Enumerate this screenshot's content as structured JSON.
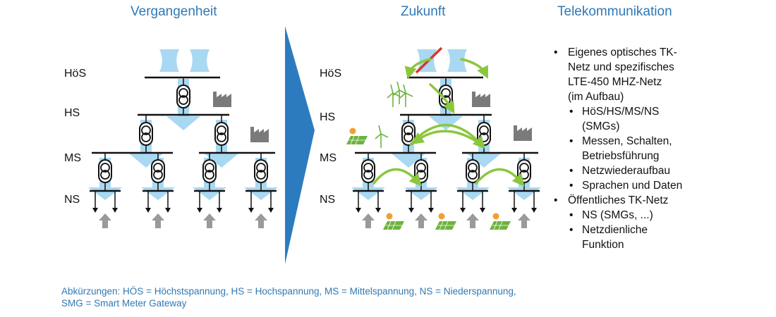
{
  "titles": {
    "past": "Vergangenheit",
    "future": "Zukunft",
    "telecom": "Telekommunikation"
  },
  "levels": {
    "hoes": "HöS",
    "hs": "HS",
    "ms": "MS",
    "ns": "NS"
  },
  "telecom_list": {
    "item1_line1": "Eigenes optisches TK-",
    "item1_line2": "Netz und spezifisches",
    "item1_line3": "LTE-450 MHZ-Netz",
    "item1_line4": "(im Aufbau)",
    "sub1_line1": "HöS/HS/MS/NS",
    "sub1_line2": "(SMGs)",
    "sub2_line1": "Messen, Schalten,",
    "sub2_line2": "Betriebsführung",
    "sub3": "Netzwiederaufbau",
    "sub4": "Sprachen und Daten",
    "item2": "Öffentliches TK-Netz",
    "sub5": "NS (SMGs, ...)",
    "sub6_line1": "Netzdienliche",
    "sub6_line2": "Funktion"
  },
  "legend": {
    "line1": "Abkürzungen: HÖS = Höchstspannung,  HS = Hochspannung, MS = Mittelspannung, NS = Niederspannung,",
    "line2": "SMG = Smart Meter Gateway"
  },
  "colors": {
    "title_blue": "#2f78b4",
    "flow_light_blue": "#a9d8f2",
    "arrow_blue": "#2d7bbf",
    "green_arrow": "#8cc63f",
    "pv_green": "#6db33f",
    "industry_gray": "#7a7a7a",
    "prosumer_gray": "#9a9a9a",
    "strike_red": "#d9362b"
  },
  "icons": {
    "power_plant": "power-plant-icon",
    "factory": "factory-icon",
    "transformer": "transformer-icon",
    "wind": "wind-turbine-icon",
    "solar": "solar-panel-icon",
    "household": "house-arrow-icon"
  }
}
